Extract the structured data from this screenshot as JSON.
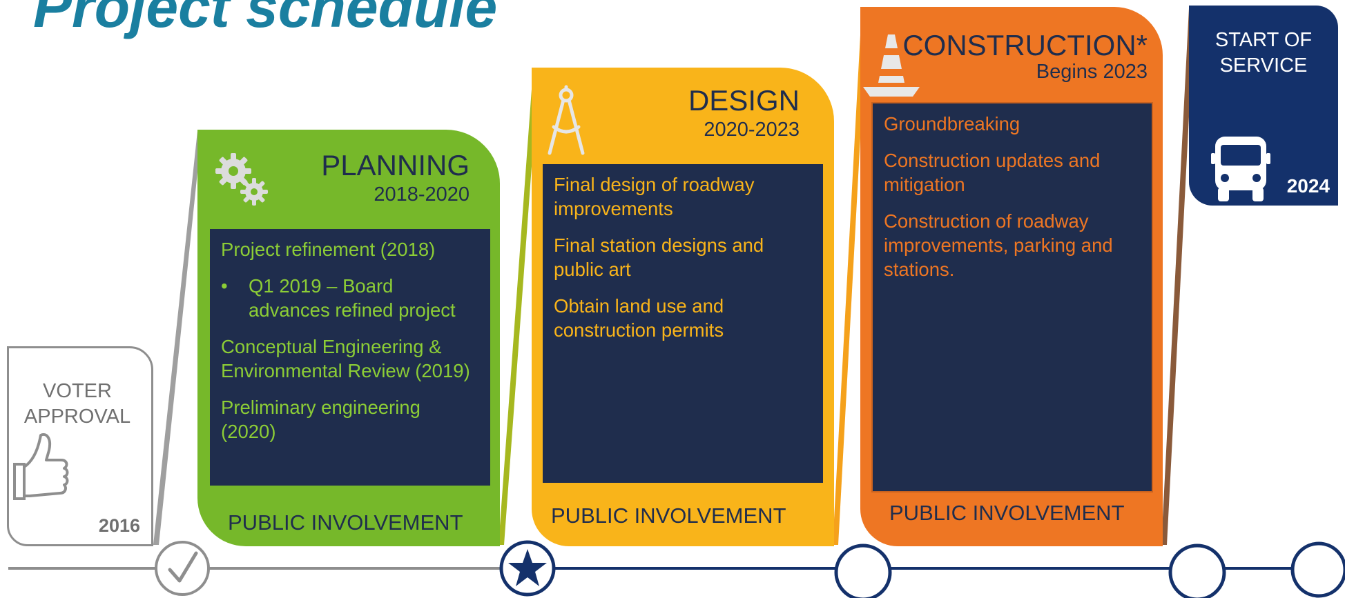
{
  "title": "Project schedule",
  "voter": {
    "title_line1": "VOTER",
    "title_line2": "APPROVAL",
    "year": "2016",
    "icon": "thumbs-up-icon"
  },
  "stages": {
    "planning": {
      "title": "PLANNING",
      "years": "2018-2020",
      "icon": "gears-icon",
      "items": [
        "Project refinement (2018)",
        "Q1 2019 – Board advances refined project",
        "Conceptual Engineering & Environmental Review (2019)",
        "Preliminary engineering (2020)"
      ],
      "footer": "PUBLIC INVOLVEMENT",
      "color": "#76b82a"
    },
    "design": {
      "title": "DESIGN",
      "years": "2020-2023",
      "icon": "drafting-compass-icon",
      "items": [
        "Final design of roadway improvements",
        "Final station designs and public art",
        "Obtain land use and construction permits"
      ],
      "footer": "PUBLIC INVOLVEMENT",
      "color": "#f9b41a"
    },
    "construction": {
      "title": "CONSTRUCTION*",
      "years": "Begins 2023",
      "icon": "traffic-cone-icon",
      "items": [
        "Groundbreaking",
        "Construction updates and mitigation",
        "Construction of roadway improvements, parking and stations."
      ],
      "footer": "PUBLIC INVOLVEMENT",
      "color": "#ee7623"
    },
    "service": {
      "title_line1": "START OF",
      "title_line2": "SERVICE",
      "year": "2024",
      "icon": "bus-icon",
      "color": "#14316b"
    }
  },
  "timeline": {
    "markers": [
      "checkmark-icon",
      "star-icon",
      "empty-circle",
      "empty-circle",
      "empty-circle"
    ],
    "completed_color": "#8e8e8e",
    "upcoming_color": "#14316b"
  }
}
